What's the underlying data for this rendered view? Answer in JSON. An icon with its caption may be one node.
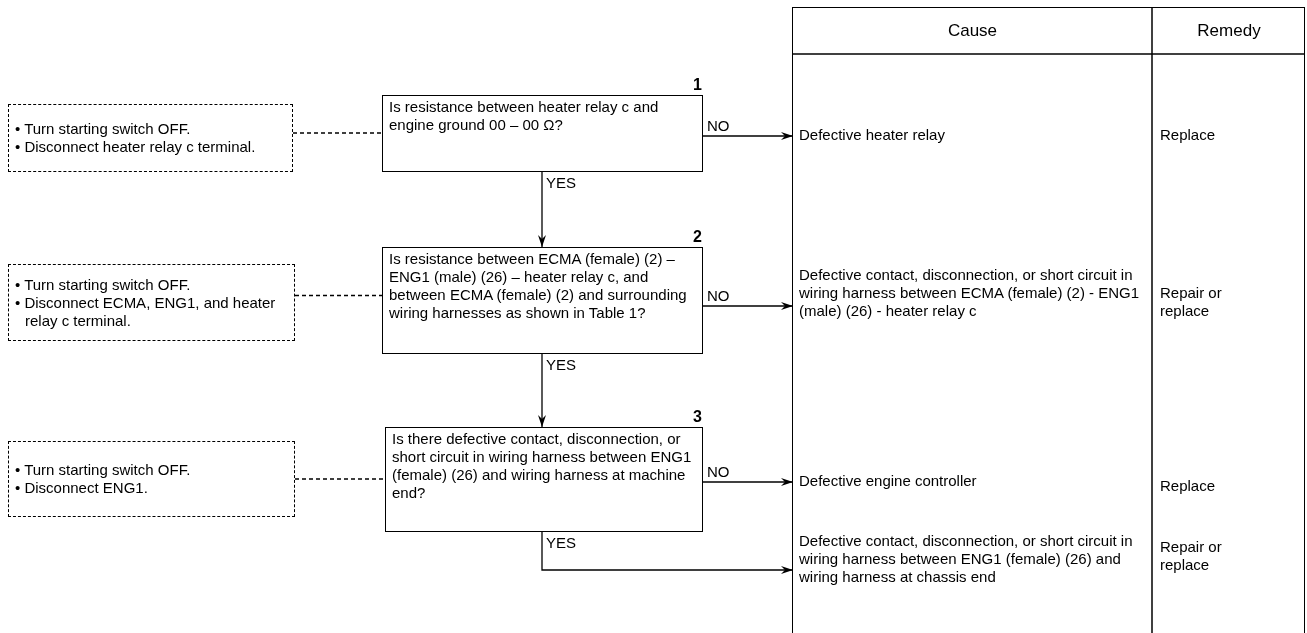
{
  "diagram": {
    "nodes": [
      {
        "text": [
          "• Turn starting switch OFF.",
          "• Disconnect heater relay c terminal."
        ]
      },
      {
        "text": [
          "Is resistance between heater relay c and engine ground 00 – 00 Ω?"
        ],
        "beside": [
          "1"
        ]
      },
      {
        "text": [
          "• Turn starting switch OFF.",
          "• Disconnect ECMA, ENG1, and heater relay c terminal."
        ]
      },
      {
        "text": [
          "Is resistance between ECMA (female) (2) – ENG1 (male) (26) – heater relay c, and between ECMA (female) (2) and surrounding wiring harnesses as shown in Table 1?"
        ],
        "beside": [
          "2"
        ]
      },
      {
        "text": [
          "• Turn starting switch OFF.",
          "• Disconnect ENG1."
        ]
      },
      {
        "text": [
          "Is there defective contact, disconnection, or short circuit in wiring harness between ENG1 (female) (26) and wiring harness at machine end?"
        ],
        "beside": [
          "3"
        ]
      },
      {
        "text": [
          "Defective heater relay"
        ]
      },
      {
        "text": [
          "Defective contact, disconnection, or short circuit in wiring harness between ECMA (female) (2) - ENG1 (male) (26) - heater relay c"
        ]
      },
      {
        "text": [
          "Defective engine controller"
        ]
      },
      {
        "text": [
          "Defective contact, disconnection, or short circuit in wiring harness between ENG1 (female) (26) and wiring harness at chassis end"
        ]
      }
    ],
    "edges": [
      {
        "from": 0,
        "to": 1,
        "arrow": "none",
        "style": "dashed"
      },
      {
        "from": 1,
        "to": 6,
        "arrow": "to",
        "label": "NO"
      },
      {
        "from": 1,
        "to": 3,
        "arrow": "to",
        "label": "YES"
      },
      {
        "from": 2,
        "to": 3,
        "arrow": "none",
        "style": "dashed"
      },
      {
        "from": 3,
        "to": 7,
        "arrow": "to",
        "label": "NO"
      },
      {
        "from": 3,
        "to": 5,
        "arrow": "to",
        "label": "YES"
      },
      {
        "from": 4,
        "to": 5,
        "arrow": "none",
        "style": "dashed"
      },
      {
        "from": 5,
        "to": 8,
        "arrow": "to",
        "label": "NO"
      },
      {
        "from": 5,
        "to": 9,
        "arrow": "to",
        "label": "YES"
      }
    ],
    "labels": [
      "Cause",
      "Remedy",
      "Replace",
      "Repair or replace",
      "Replace",
      "Repair or replace"
    ]
  }
}
